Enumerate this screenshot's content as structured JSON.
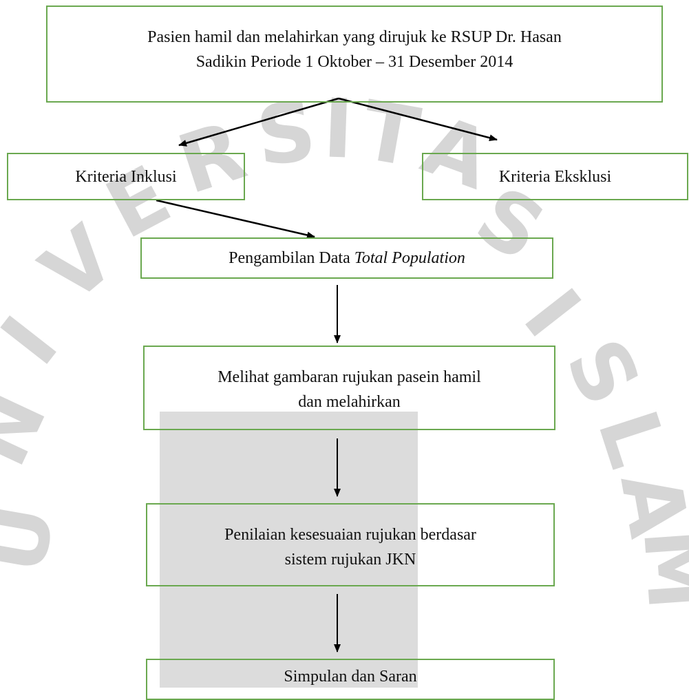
{
  "watermark": {
    "letters": [
      "U",
      "N",
      "I",
      "V",
      "E",
      "R",
      "S",
      "I",
      "T",
      "A",
      "S",
      "I",
      "S",
      "L",
      "A",
      "M"
    ],
    "color": "#d6d6d6"
  },
  "boxes": {
    "top": {
      "line1": "Pasien hamil dan melahirkan yang dirujuk ke RSUP Dr. Hasan",
      "line2": "Sadikin Periode 1 Oktober – 31 Desember 2014"
    },
    "inklusi": "Kriteria Inklusi",
    "eksklusi": "Kriteria Eksklusi",
    "pengambilan": {
      "prefix": "Pengambilan Data ",
      "italic": "Total Population"
    },
    "melihat": {
      "line1": "Melihat gambaran rujukan pasein hamil",
      "line2": "dan melahirkan"
    },
    "penilaian": {
      "line1": "Penilaian kesesuaian rujukan berdasar",
      "line2": "sistem rujukan JKN"
    },
    "simpulan": "Simpulan dan Saran"
  },
  "colors": {
    "box_border": "#6aa84f",
    "arrow": "#000000",
    "watermark": "#d6d6d6"
  }
}
